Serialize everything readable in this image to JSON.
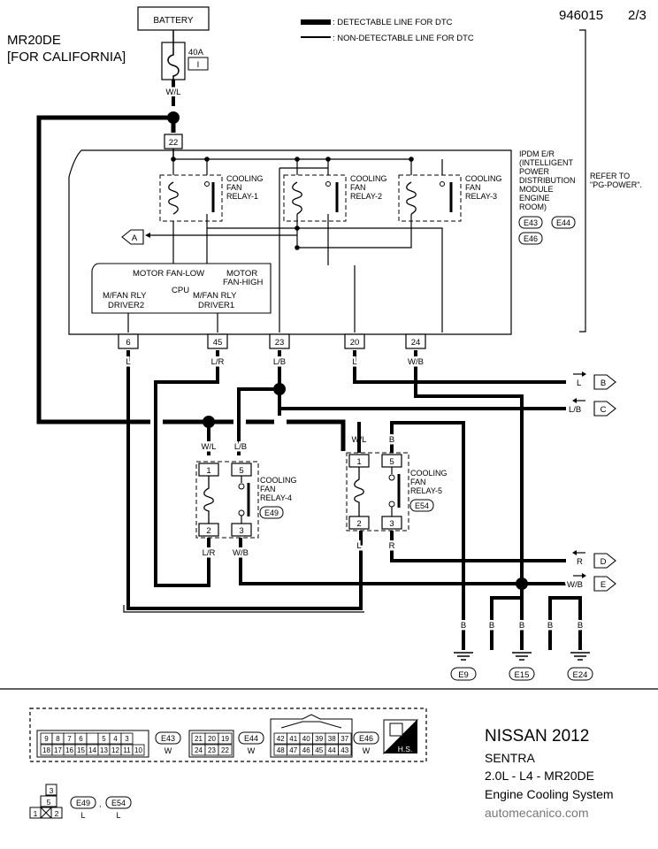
{
  "header": {
    "model_line1": "MR20DE",
    "model_line2": "[FOR CALIFORNIA]",
    "diagram_code": "946015",
    "page": "2/3"
  },
  "legend": {
    "thick": ": DETECTABLE LINE FOR DTC",
    "thin": ": NON-DETECTABLE LINE FOR DTC"
  },
  "battery": {
    "label": "BATTERY",
    "fuse_rating": "40A",
    "fuse_no": "I",
    "wire": "W/L"
  },
  "ipdm": {
    "top_connector": "22",
    "description": [
      "IPDM E/R",
      "(INTELLIGENT",
      "POWER",
      "DISTRIBUTION",
      "MODULE",
      "ENGINE",
      "ROOM)"
    ],
    "connectors": [
      "E43",
      "E44",
      "E46"
    ],
    "refer": [
      "REFER TO",
      "\"PG-POWER\"."
    ],
    "relays": [
      [
        "COOLING",
        "FAN",
        "RELAY-1"
      ],
      [
        "COOLING",
        "FAN",
        "RELAY-2"
      ],
      [
        "COOLING",
        "FAN",
        "RELAY-3"
      ]
    ],
    "arrow_a": "A",
    "cpu": {
      "motor_fan_low": "MOTOR FAN-LOW",
      "motor": "MOTOR",
      "fan_high": "FAN-HIGH",
      "cpu": "CPU",
      "mfan_rly": "M/FAN RLY",
      "driver2": "DRIVER2",
      "driver1": "DRIVER1"
    },
    "terminals": [
      {
        "pin": "6",
        "wire": "L"
      },
      {
        "pin": "45",
        "wire": "L/R"
      },
      {
        "pin": "23",
        "wire": "L/B"
      },
      {
        "pin": "20",
        "wire": "L"
      },
      {
        "pin": "24",
        "wire": "W/B"
      }
    ]
  },
  "relay4": {
    "name": [
      "COOLING",
      "FAN",
      "RELAY-4"
    ],
    "connector": "E49",
    "pins": [
      "1",
      "5",
      "2",
      "3"
    ],
    "wires_top": [
      "W/L",
      "L/B"
    ],
    "wires_bottom": [
      "L/R",
      "W/B"
    ]
  },
  "relay5": {
    "name": [
      "COOLING",
      "FAN",
      "RELAY-5"
    ],
    "connector": "E54",
    "pins": [
      "1",
      "5",
      "2",
      "3"
    ],
    "wires_top": [
      "W/L",
      "B"
    ],
    "wires_bottom": [
      "L",
      "R"
    ]
  },
  "outputs": [
    {
      "wire": "L",
      "letter": "B"
    },
    {
      "wire": "L/B",
      "letter": "C"
    },
    {
      "wire": "R",
      "letter": "D"
    },
    {
      "wire": "W/B",
      "letter": "E"
    }
  ],
  "grounds": {
    "wires": [
      "B",
      "B",
      "B",
      "B",
      "B"
    ],
    "labels": [
      "E9",
      "E15",
      "E24"
    ]
  },
  "connector_key": {
    "e43_row1": [
      "9",
      "8",
      "7",
      "6",
      "",
      "5",
      "4",
      "3"
    ],
    "e43_row2": [
      "18",
      "17",
      "16",
      "15",
      "14",
      "13",
      "12",
      "11",
      "10"
    ],
    "e43": "E43",
    "e43_color": "W",
    "e44_row1": [
      "21",
      "20",
      "19"
    ],
    "e44_row2": [
      "24",
      "23",
      "22"
    ],
    "e44": "E44",
    "e44_color": "W",
    "e46_row1": [
      "42",
      "41",
      "40",
      "39",
      "38",
      "37"
    ],
    "e46_row2": [
      "48",
      "47",
      "46",
      "45",
      "44",
      "43"
    ],
    "e46": "E46",
    "e46_color": "W",
    "hs": "H.S.",
    "relay_pins": [
      "3",
      "5",
      "1",
      "2"
    ],
    "relay_conns": [
      "E49",
      "E54"
    ],
    "relay_color": "L"
  },
  "footer": {
    "brand": "NISSAN 2012",
    "model": "SENTRA",
    "engine": "2.0L - L4 - MR20DE",
    "system": "Engine Cooling System",
    "site": "automecanico.com"
  }
}
